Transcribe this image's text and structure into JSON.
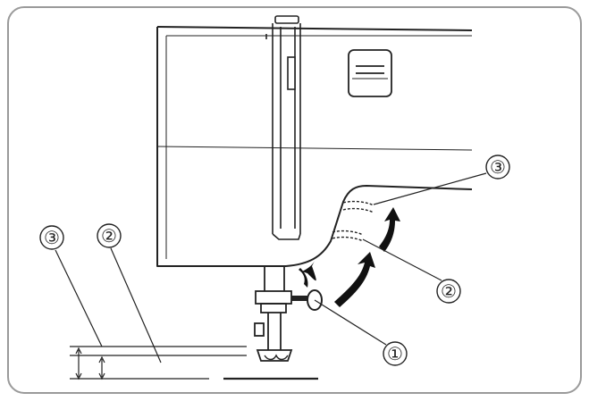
{
  "figure": {
    "callouts": [
      {
        "id": "callout-1",
        "label": "①"
      },
      {
        "id": "callout-2",
        "label": "②"
      },
      {
        "id": "callout-3",
        "label": "③"
      }
    ]
  },
  "colors": {
    "line": "#222222",
    "border": "#9a9a9a",
    "background": "#ffffff"
  }
}
